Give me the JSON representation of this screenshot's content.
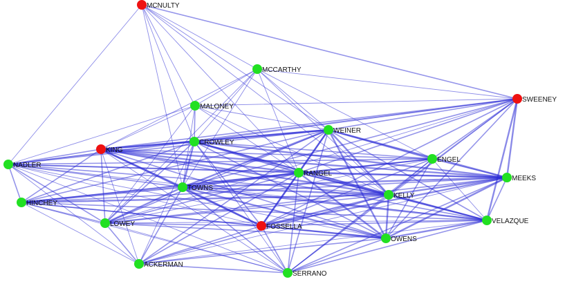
{
  "colors": {
    "edge": "#2a2ad6",
    "node_green": "#22e022",
    "node_red": "#ee1111",
    "label": "#111111"
  },
  "nodes": [
    {
      "id": "MCNULTY",
      "label": "MCNULTY",
      "party": "red"
    },
    {
      "id": "MCCARTHY",
      "label": "MCCARTHY",
      "party": "green"
    },
    {
      "id": "SWEENEY",
      "label": "SWEENEY",
      "party": "red"
    },
    {
      "id": "MALONEY",
      "label": "MALONEY",
      "party": "green"
    },
    {
      "id": "WEINER",
      "label": "WEINER",
      "party": "green"
    },
    {
      "id": "KING",
      "label": "KING",
      "party": "red"
    },
    {
      "id": "CROWLEY",
      "label": "CROWLEY",
      "party": "green"
    },
    {
      "id": "ENGEL",
      "label": "ENGEL",
      "party": "green"
    },
    {
      "id": "NADLER",
      "label": "NADLER",
      "party": "green"
    },
    {
      "id": "RANGEL",
      "label": "RANGEL",
      "party": "green"
    },
    {
      "id": "MEEKS",
      "label": "MEEKS",
      "party": "green"
    },
    {
      "id": "TOWNS",
      "label": "TOWNS",
      "party": "green"
    },
    {
      "id": "KELLY",
      "label": "KELLY",
      "party": "green"
    },
    {
      "id": "HINCHEY",
      "label": "HINCHEY",
      "party": "green"
    },
    {
      "id": "LOWEY",
      "label": "LOWEY",
      "party": "green"
    },
    {
      "id": "FOSSELLA",
      "label": "FOSSELLA",
      "party": "red"
    },
    {
      "id": "VELAZQUE",
      "label": "VELAZQUE",
      "party": "green"
    },
    {
      "id": "OWENS",
      "label": "OWENS",
      "party": "green"
    },
    {
      "id": "ACKERMAN",
      "label": "ACKERMAN",
      "party": "green"
    },
    {
      "id": "SERRANO",
      "label": "SERRANO",
      "party": "green"
    }
  ]
}
